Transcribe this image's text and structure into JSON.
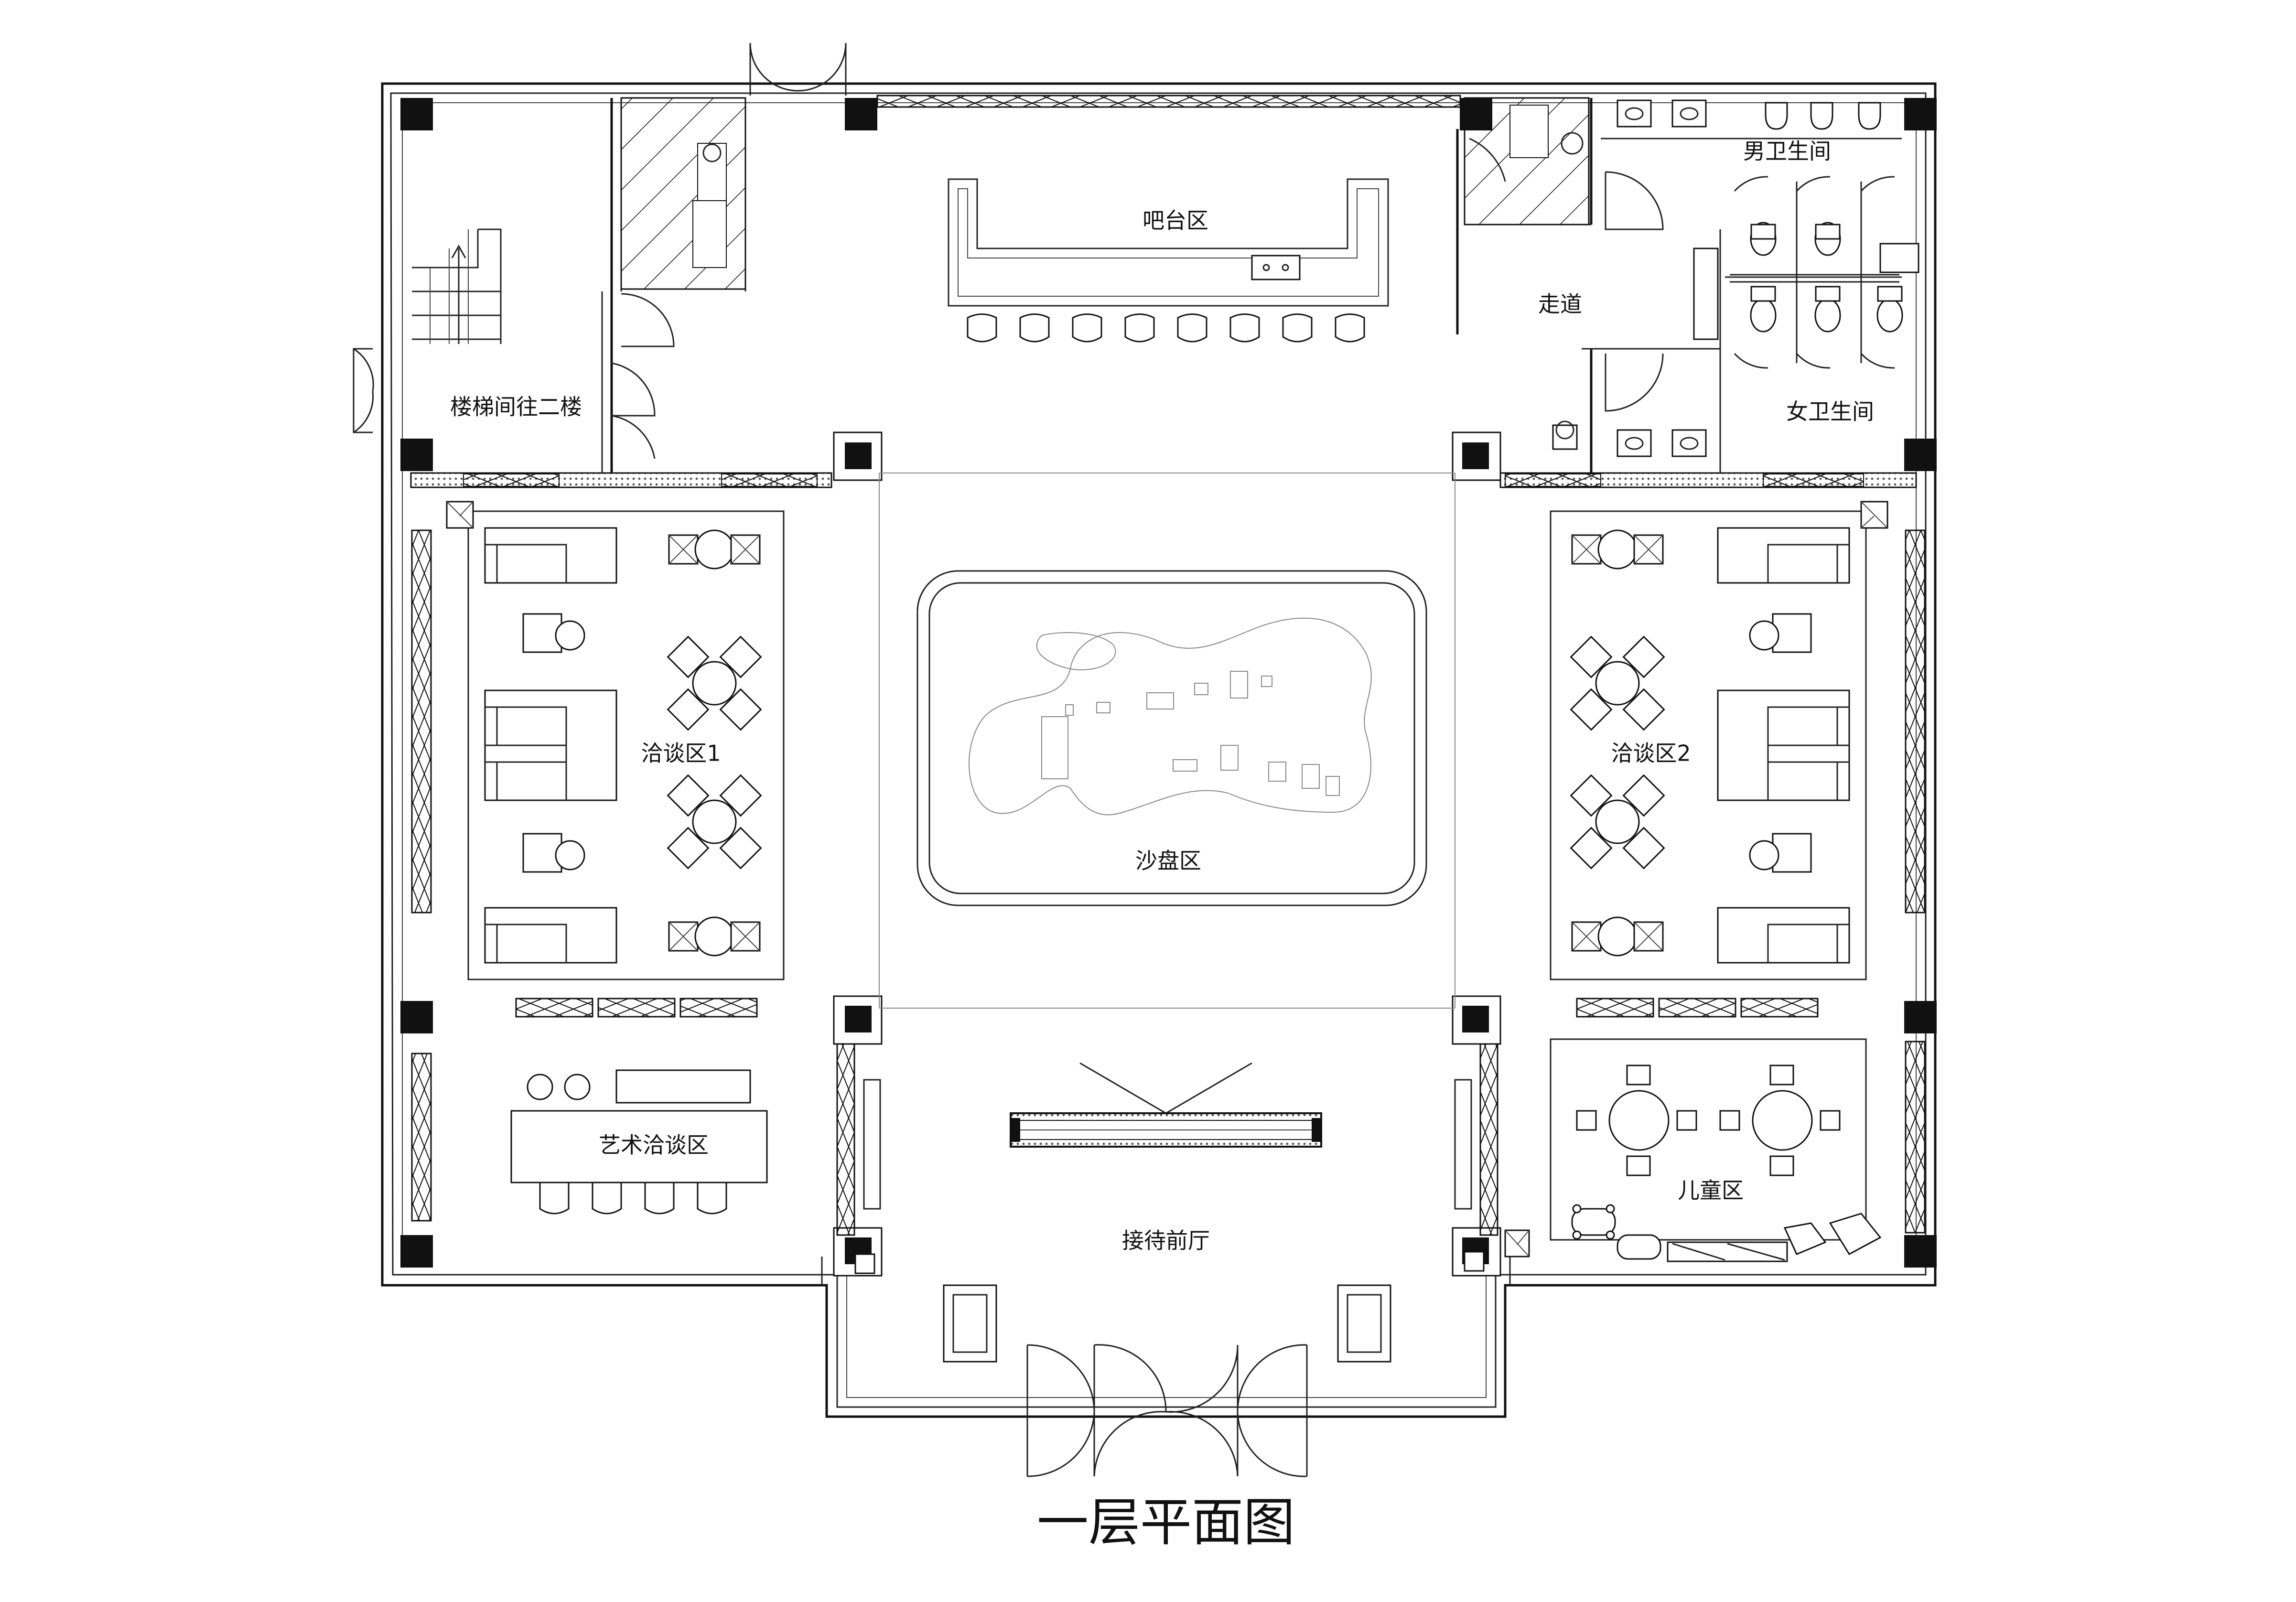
{
  "drawing": {
    "title": "一层平面图"
  },
  "rooms": {
    "stairwell": "楼梯间往二楼",
    "bar": "吧台区",
    "corridor": "走道",
    "mens_restroom": "男卫生间",
    "womens_restroom": "女卫生间",
    "negotiation_1": "洽谈区1",
    "negotiation_2": "洽谈区2",
    "sand_table": "沙盘区",
    "art_negotiation": "艺术洽谈区",
    "reception": "接待前厅",
    "kids": "儿童区"
  },
  "colors": {
    "line": "#111111",
    "column_fill": "#111111",
    "background": "#ffffff"
  }
}
